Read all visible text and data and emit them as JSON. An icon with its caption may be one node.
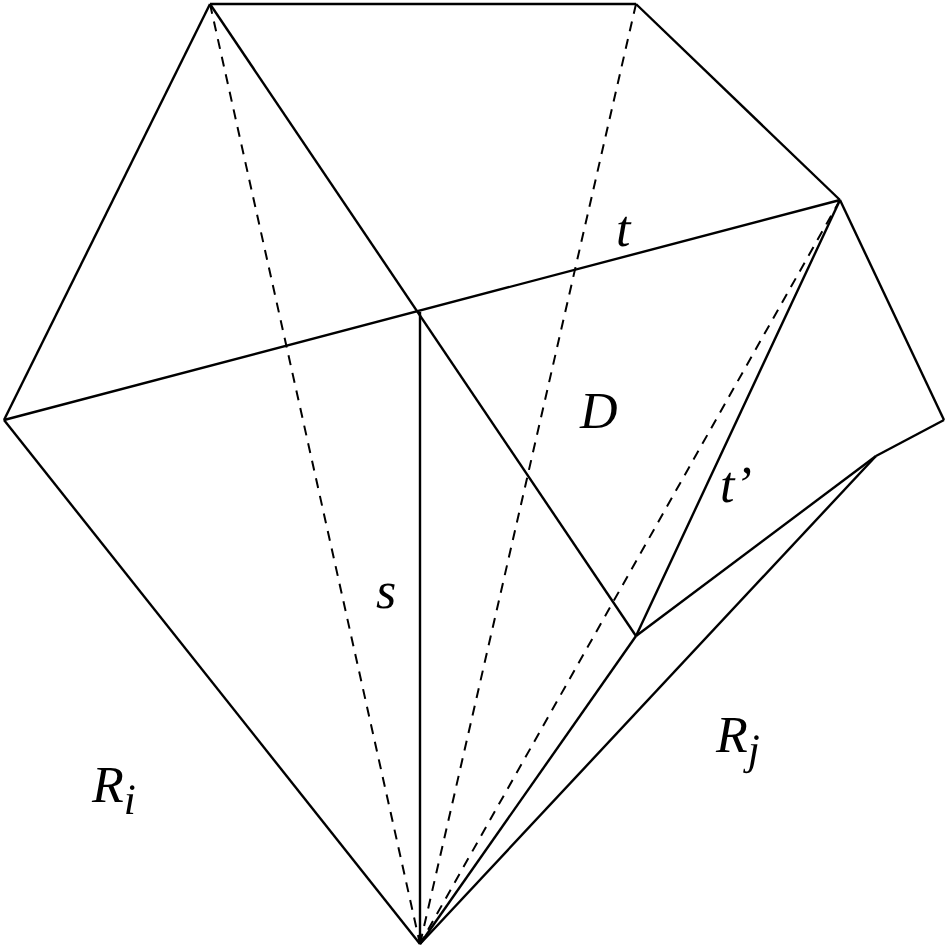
{
  "diagram": {
    "labels": [
      "t",
      "D",
      "t’",
      "s",
      "R$_{i}$",
      "R$_{j}$"
    ]
  }
}
